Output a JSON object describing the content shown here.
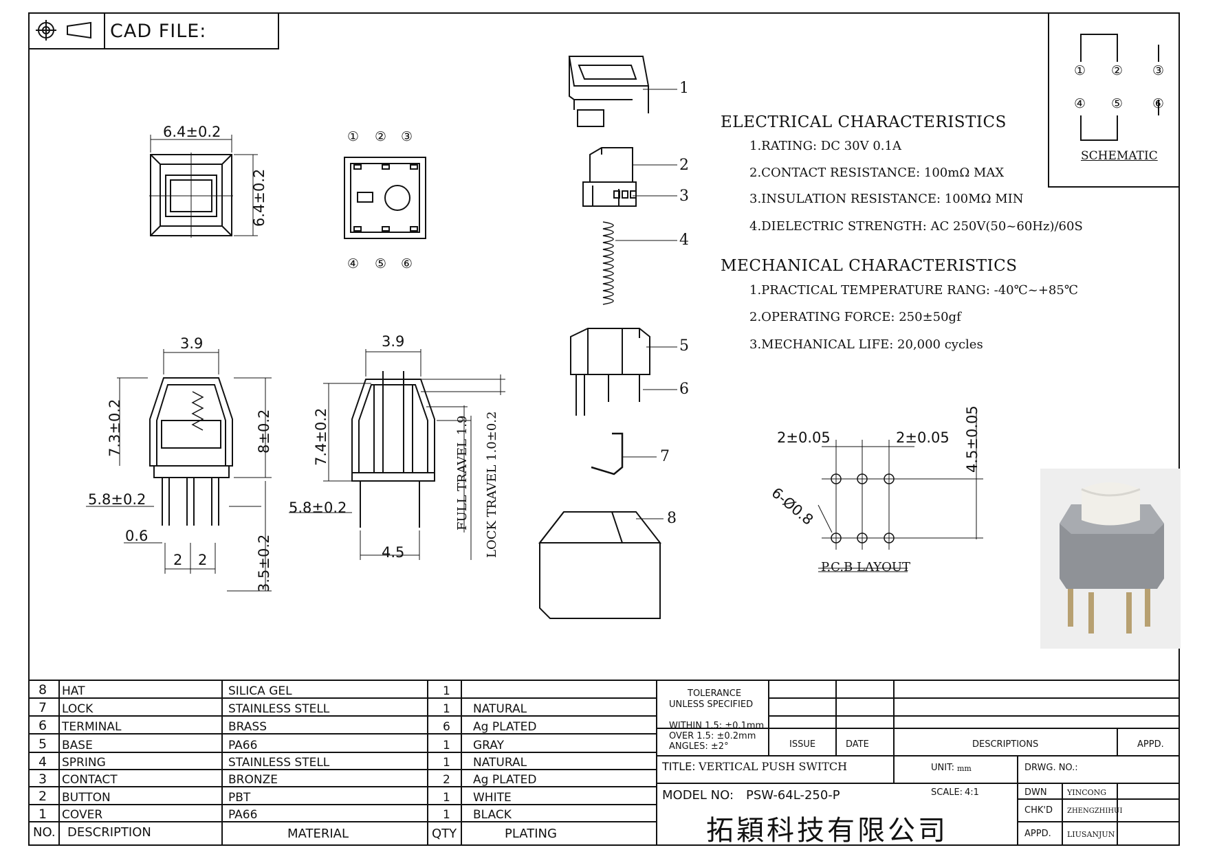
{
  "header": {
    "cad_file_label": "CAD FILE:"
  },
  "top_view": {
    "width_dim": "6.4±0.2",
    "height_dim": "6.4±0.2"
  },
  "pin_view": {
    "top_pins": [
      "①",
      "②",
      "③"
    ],
    "bottom_pins": [
      "④",
      "⑤",
      "⑥"
    ]
  },
  "side_view_left": {
    "width_dim": "3.9",
    "height_dim": "7.3±0.2",
    "total_dim": "8±0.2",
    "base_dim": "5.8±0.2",
    "pin_dia": "0.6",
    "pitch_a": "2",
    "pitch_b": "2",
    "pin_len": "3.5±0.2"
  },
  "side_view_right": {
    "width_dim": "3.9",
    "height_dim": "7.4±0.2",
    "base_dim": "5.8±0.2",
    "bottom_dim": "4.5",
    "full_travel": "FULL TRAVEL 1.9",
    "lock_travel": "LOCK TRAVEL 1.0±0.2"
  },
  "exploded_callouts": [
    "1",
    "2",
    "3",
    "4",
    "5",
    "6",
    "7",
    "8"
  ],
  "electrical": {
    "title": "ELECTRICAL CHARACTERISTICS",
    "items": [
      "1.RATING:  DC 30V 0.1A",
      "2.CONTACT RESISTANCE: 100mΩ MAX",
      "3.INSULATION RESISTANCE: 100MΩ MIN",
      "4.DIELECTRIC STRENGTH: AC 250V(50~60Hz)/60S"
    ]
  },
  "mechanical": {
    "title": "MECHANICAL CHARACTERISTICS",
    "items": [
      "1.PRACTICAL TEMPERATURE RANG: -40℃~+85℃",
      "2.OPERATING FORCE: 250±50gf",
      "3.MECHANICAL LIFE:  20,000 cycles"
    ]
  },
  "schematic": {
    "label": "SCHEMATIC",
    "top_pins": [
      "①",
      "②",
      "③"
    ],
    "bottom_pins": [
      "④",
      "⑤",
      "⑥"
    ]
  },
  "pcb": {
    "pitch_a": "2±0.05",
    "pitch_b": "2±0.05",
    "row_dim": "4.5±0.05",
    "holes": "6-Ø0.8",
    "label": "P.C.B LAYOUT"
  },
  "bom": {
    "rows": [
      {
        "no": "8",
        "desc": "HAT",
        "material": "SILICA GEL",
        "qty": "1",
        "plating": ""
      },
      {
        "no": "7",
        "desc": "LOCK",
        "material": "STAINLESS STELL",
        "qty": "1",
        "plating": "NATURAL"
      },
      {
        "no": "6",
        "desc": "TERMINAL",
        "material": "BRASS",
        "qty": "6",
        "plating": "Ag PLATED"
      },
      {
        "no": "5",
        "desc": "BASE",
        "material": "PA66",
        "qty": "1",
        "plating": "GRAY"
      },
      {
        "no": "4",
        "desc": "SPRING",
        "material": "STAINLESS STELL",
        "qty": "1",
        "plating": "NATURAL"
      },
      {
        "no": "3",
        "desc": "CONTACT",
        "material": "BRONZE",
        "qty": "2",
        "plating": "Ag PLATED"
      },
      {
        "no": "2",
        "desc": "BUTTON",
        "material": "PBT",
        "qty": "1",
        "plating": "WHITE"
      },
      {
        "no": "1",
        "desc": "COVER",
        "material": "PA66",
        "qty": "1",
        "plating": "BLACK"
      }
    ],
    "header": {
      "no": "NO.",
      "desc": "DESCRIPTION",
      "material": "MATERIAL",
      "qty": "QTY",
      "plating": "PLATING"
    }
  },
  "title_block": {
    "tolerance_title": "TOLERANCE",
    "tolerance_sub": "UNLESS SPECIFIED",
    "tol_1": "WITHIN 1.5: ±0.1mm",
    "tol_2": "OVER 1.5:  ±0.2mm",
    "tol_3": "ANGLES: ±2°",
    "issue": "ISSUE",
    "date": "DATE",
    "descriptions": "DESCRIPTIONS",
    "appd": "APPD.",
    "title_label": "TITLE:",
    "title_value": "VERTICAL PUSH SWITCH",
    "unit_label": "UNIT:",
    "unit_value": "mm",
    "drwg_no_label": "DRWG. NO.:",
    "model_label": "MODEL NO:",
    "model_value": "PSW-64L-250-P",
    "scale_label": "SCALE:",
    "scale_value": "4:1",
    "dwn_label": "DWN",
    "dwn_value": "YINCONG",
    "chkd_label": "CHK'D",
    "chkd_value": "ZHENGZHIHUI",
    "appd_label": "APPD.",
    "appd_value": "LIUSANJUN",
    "company": "拓穎科技有限公司"
  }
}
